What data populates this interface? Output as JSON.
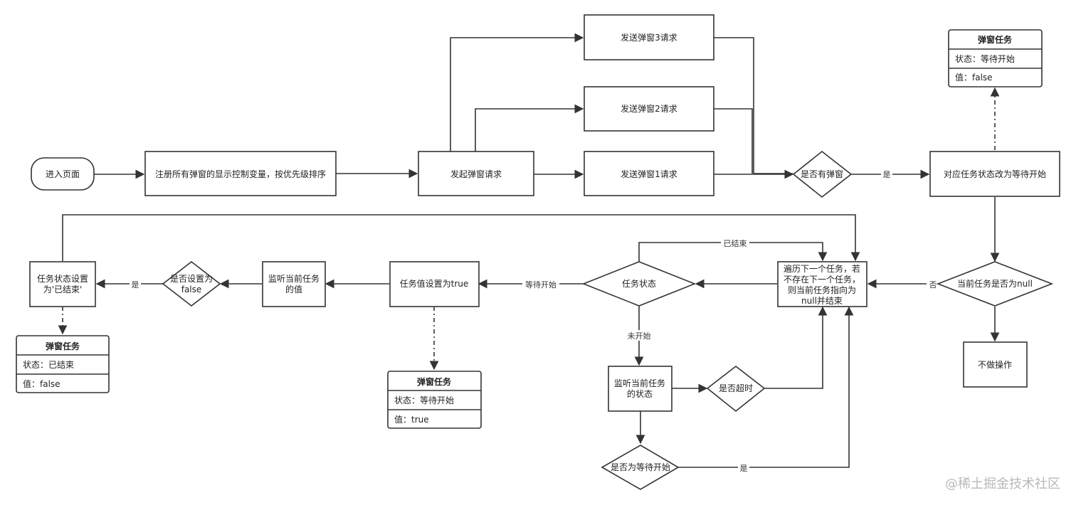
{
  "nodes": {
    "enter_page": "进入页面",
    "register": "注册所有弹窗的显示控制变量，按优先级排序",
    "initiate": "发起弹窗请求",
    "req3": "发送弹窗3请求",
    "req2": "发送弹窗2请求",
    "req1": "发送弹窗1请求",
    "has_popup": "是否有弹窗",
    "set_waiting": "对应任务状态改为等待开始",
    "current_null": "当前任务是否为null",
    "do_nothing": "不做操作",
    "traverse": [
      "遍历下一个任务，若",
      "不存在下一个任务，",
      "则当前任务指向为",
      "null并结束"
    ],
    "task_status": "任务状态",
    "set_true": "任务值设置为true",
    "listen_value": [
      "监听当前任务",
      "的值"
    ],
    "is_false": [
      "是否设置为",
      "false"
    ],
    "set_ended": [
      "任务状态设置",
      "为'已结束'"
    ],
    "listen_state": [
      "监听当前任务",
      "的状态"
    ],
    "timeout": "是否超时",
    "is_waiting": "是否为等待开始"
  },
  "tables": {
    "top_right": {
      "title": "弹窗任务",
      "rows": [
        "状态：等待开始",
        "值：false"
      ]
    },
    "middle": {
      "title": "弹窗任务",
      "rows": [
        "状态：等待开始",
        "值：true"
      ]
    },
    "left": {
      "title": "弹窗任务",
      "rows": [
        "状态：已结束",
        "值：false"
      ]
    }
  },
  "edges": {
    "yes": "是",
    "no": "否",
    "ended": "已结束",
    "waiting": "等待开始",
    "not_started": "未开始"
  },
  "watermark": "@稀土掘金技术社区"
}
